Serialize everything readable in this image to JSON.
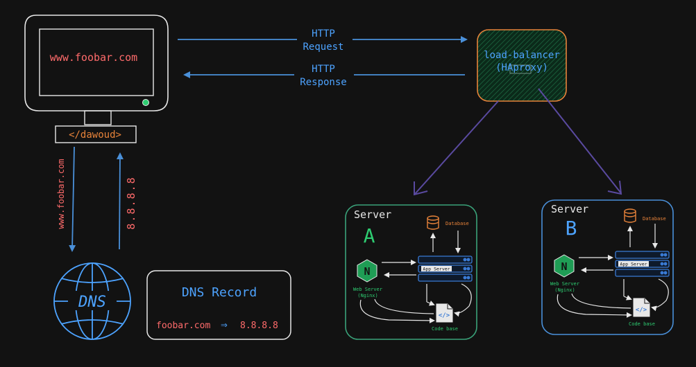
{
  "colors": {
    "background": "#121212",
    "stroke": "#e8e8e8",
    "red_text": "#ff6b6b",
    "blue": "#4a90d9",
    "blue_text": "#4da3ff",
    "orange": "#e8833a",
    "purple_arrow": "#5a4aa0",
    "green_border": "#3aa37a",
    "green_text": "#2ecc71",
    "lb_fill": "#0e3a24",
    "nginx_green": "#1f9d55",
    "app_blue": "#3a7bd5",
    "db_orange": "#e8833a"
  },
  "monitor": {
    "url": "www.foobar.com",
    "brand": "</dawoud>"
  },
  "arrows": {
    "request_label_1": "HTTP",
    "request_label_2": "Request",
    "response_label_1": "HTTP",
    "response_label_2": "Response",
    "dns_query": "www.foobar.com",
    "dns_answer": "8.8.8.8"
  },
  "dns": {
    "globe_label": "DNS",
    "record_title": "DNS Record",
    "record_domain": "foobar.com",
    "record_arrow": "⇒",
    "record_ip": "8.8.8.8"
  },
  "load_balancer": {
    "line1": "load-balancer",
    "line2": "(HAproxy)"
  },
  "servers": [
    {
      "title": "Server",
      "letter": "A",
      "database": "Database",
      "app_server": "App Server",
      "web_server_1": "Web Server",
      "web_server_2": "(Nginx)",
      "code_base": "Code base",
      "nginx_letter": "N"
    },
    {
      "title": "Server",
      "letter": "B",
      "database": "Database",
      "app_server": "App Server",
      "web_server_1": "Web Server",
      "web_server_2": "(Nginx)",
      "code_base": "Code base",
      "nginx_letter": "N"
    }
  ]
}
